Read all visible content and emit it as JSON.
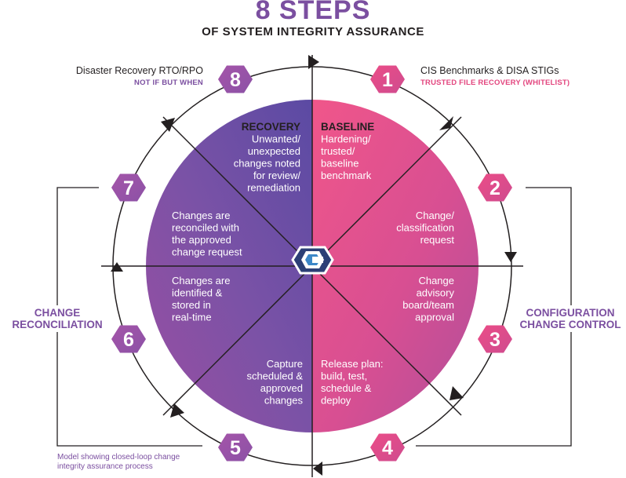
{
  "title": "8 STEPS",
  "subtitle": "OF SYSTEM INTEGRITY ASSURANCE",
  "colors": {
    "purple": "#7b4fa0",
    "pink": "#e3467f",
    "dark": "#231f20"
  },
  "center_icon": "hexagon-logo-icon",
  "steps": [
    {
      "number": "1",
      "title": "CIS Benchmarks & DISA STIGs",
      "subtitle": "TRUSTED FILE RECOVERY (WHITELIST)"
    },
    {
      "number": "2"
    },
    {
      "number": "3"
    },
    {
      "number": "4"
    },
    {
      "number": "5"
    },
    {
      "number": "6"
    },
    {
      "number": "7"
    },
    {
      "number": "8",
      "title": "Disaster Recovery RTO/RPO",
      "subtitle": "NOT IF BUT WHEN"
    }
  ],
  "segments": [
    {
      "heading": "BASELINE",
      "lines": [
        "Hardening/",
        "trusted/",
        "baseline",
        "benchmark"
      ]
    },
    {
      "lines": [
        "Change/",
        "classification",
        "request"
      ]
    },
    {
      "lines": [
        "Change",
        "advisory",
        "board/team",
        "approval"
      ]
    },
    {
      "lines": [
        "Release plan:",
        "build, test,",
        "schedule &",
        "deploy"
      ]
    },
    {
      "lines": [
        "Capture",
        "scheduled &",
        "approved",
        "changes"
      ]
    },
    {
      "lines": [
        "Changes are",
        "identified &",
        "stored in",
        "real-time"
      ]
    },
    {
      "lines": [
        "Changes are",
        "reconciled with",
        "the approved",
        "change request"
      ]
    },
    {
      "heading": "RECOVERY",
      "lines": [
        "Unwanted/",
        "unexpected",
        "changes noted",
        "for review/",
        "remediation"
      ]
    }
  ],
  "side_labels": {
    "right": [
      "CONFIGURATION",
      "CHANGE CONTROL"
    ],
    "left": [
      "CHANGE",
      "RECONCILIATION"
    ]
  },
  "caption": [
    "Model showing closed-loop change",
    "integrity assurance process"
  ]
}
